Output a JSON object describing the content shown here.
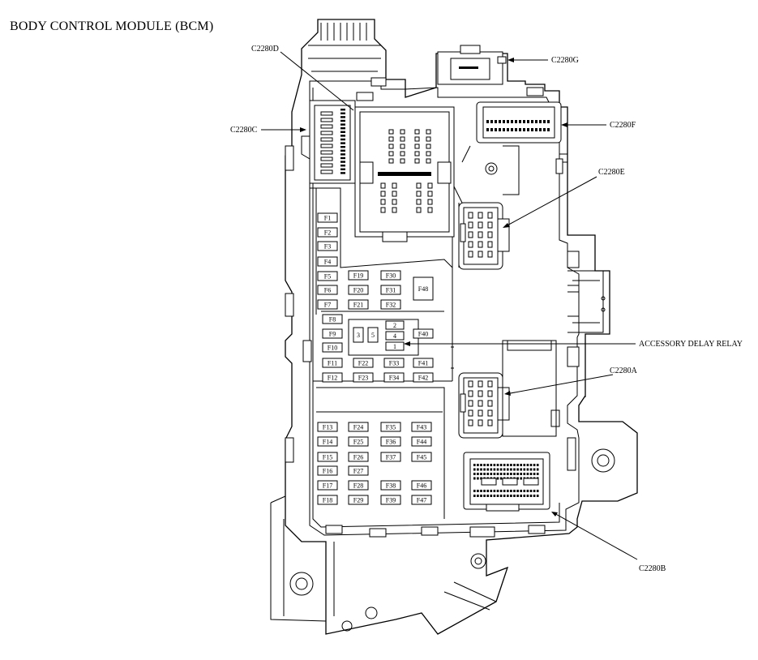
{
  "title": "BODY CONTROL MODULE (BCM)",
  "connectors": {
    "c2280d": "C2280D",
    "c2280g": "C2280G",
    "c2280c": "C2280C",
    "c2280f": "C2280F",
    "c2280e": "C2280E",
    "c2280a": "C2280A",
    "c2280b": "C2280B",
    "accessory_delay_relay": "ACCESSORY DELAY RELAY"
  },
  "fuses": {
    "f1": "F1",
    "f2": "F2",
    "f3": "F3",
    "f4": "F4",
    "f5": "F5",
    "f6": "F6",
    "f7": "F7",
    "f8": "F8",
    "f9": "F9",
    "f10": "F10",
    "f11": "F11",
    "f12": "F12",
    "f13": "F13",
    "f14": "F14",
    "f15": "F15",
    "f16": "F16",
    "f17": "F17",
    "f18": "F18",
    "f19": "F19",
    "f20": "F20",
    "f21": "F21",
    "f22": "F22",
    "f23": "F23",
    "f24": "F24",
    "f25": "F25",
    "f26": "F26",
    "f27": "F27",
    "f28": "F28",
    "f29": "F29",
    "f30": "F30",
    "f31": "F31",
    "f32": "F32",
    "f33": "F33",
    "f34": "F34",
    "f35": "F35",
    "f36": "F36",
    "f37": "F37",
    "f38": "F38",
    "f39": "F39",
    "f40": "F40",
    "f41": "F41",
    "f42": "F42",
    "f43": "F43",
    "f44": "F44",
    "f45": "F45",
    "f46": "F46",
    "f47": "F47",
    "f48": "F48"
  },
  "relay_pins": {
    "p1": "1",
    "p2": "2",
    "p3": "3",
    "p4": "4",
    "p5": "5"
  }
}
